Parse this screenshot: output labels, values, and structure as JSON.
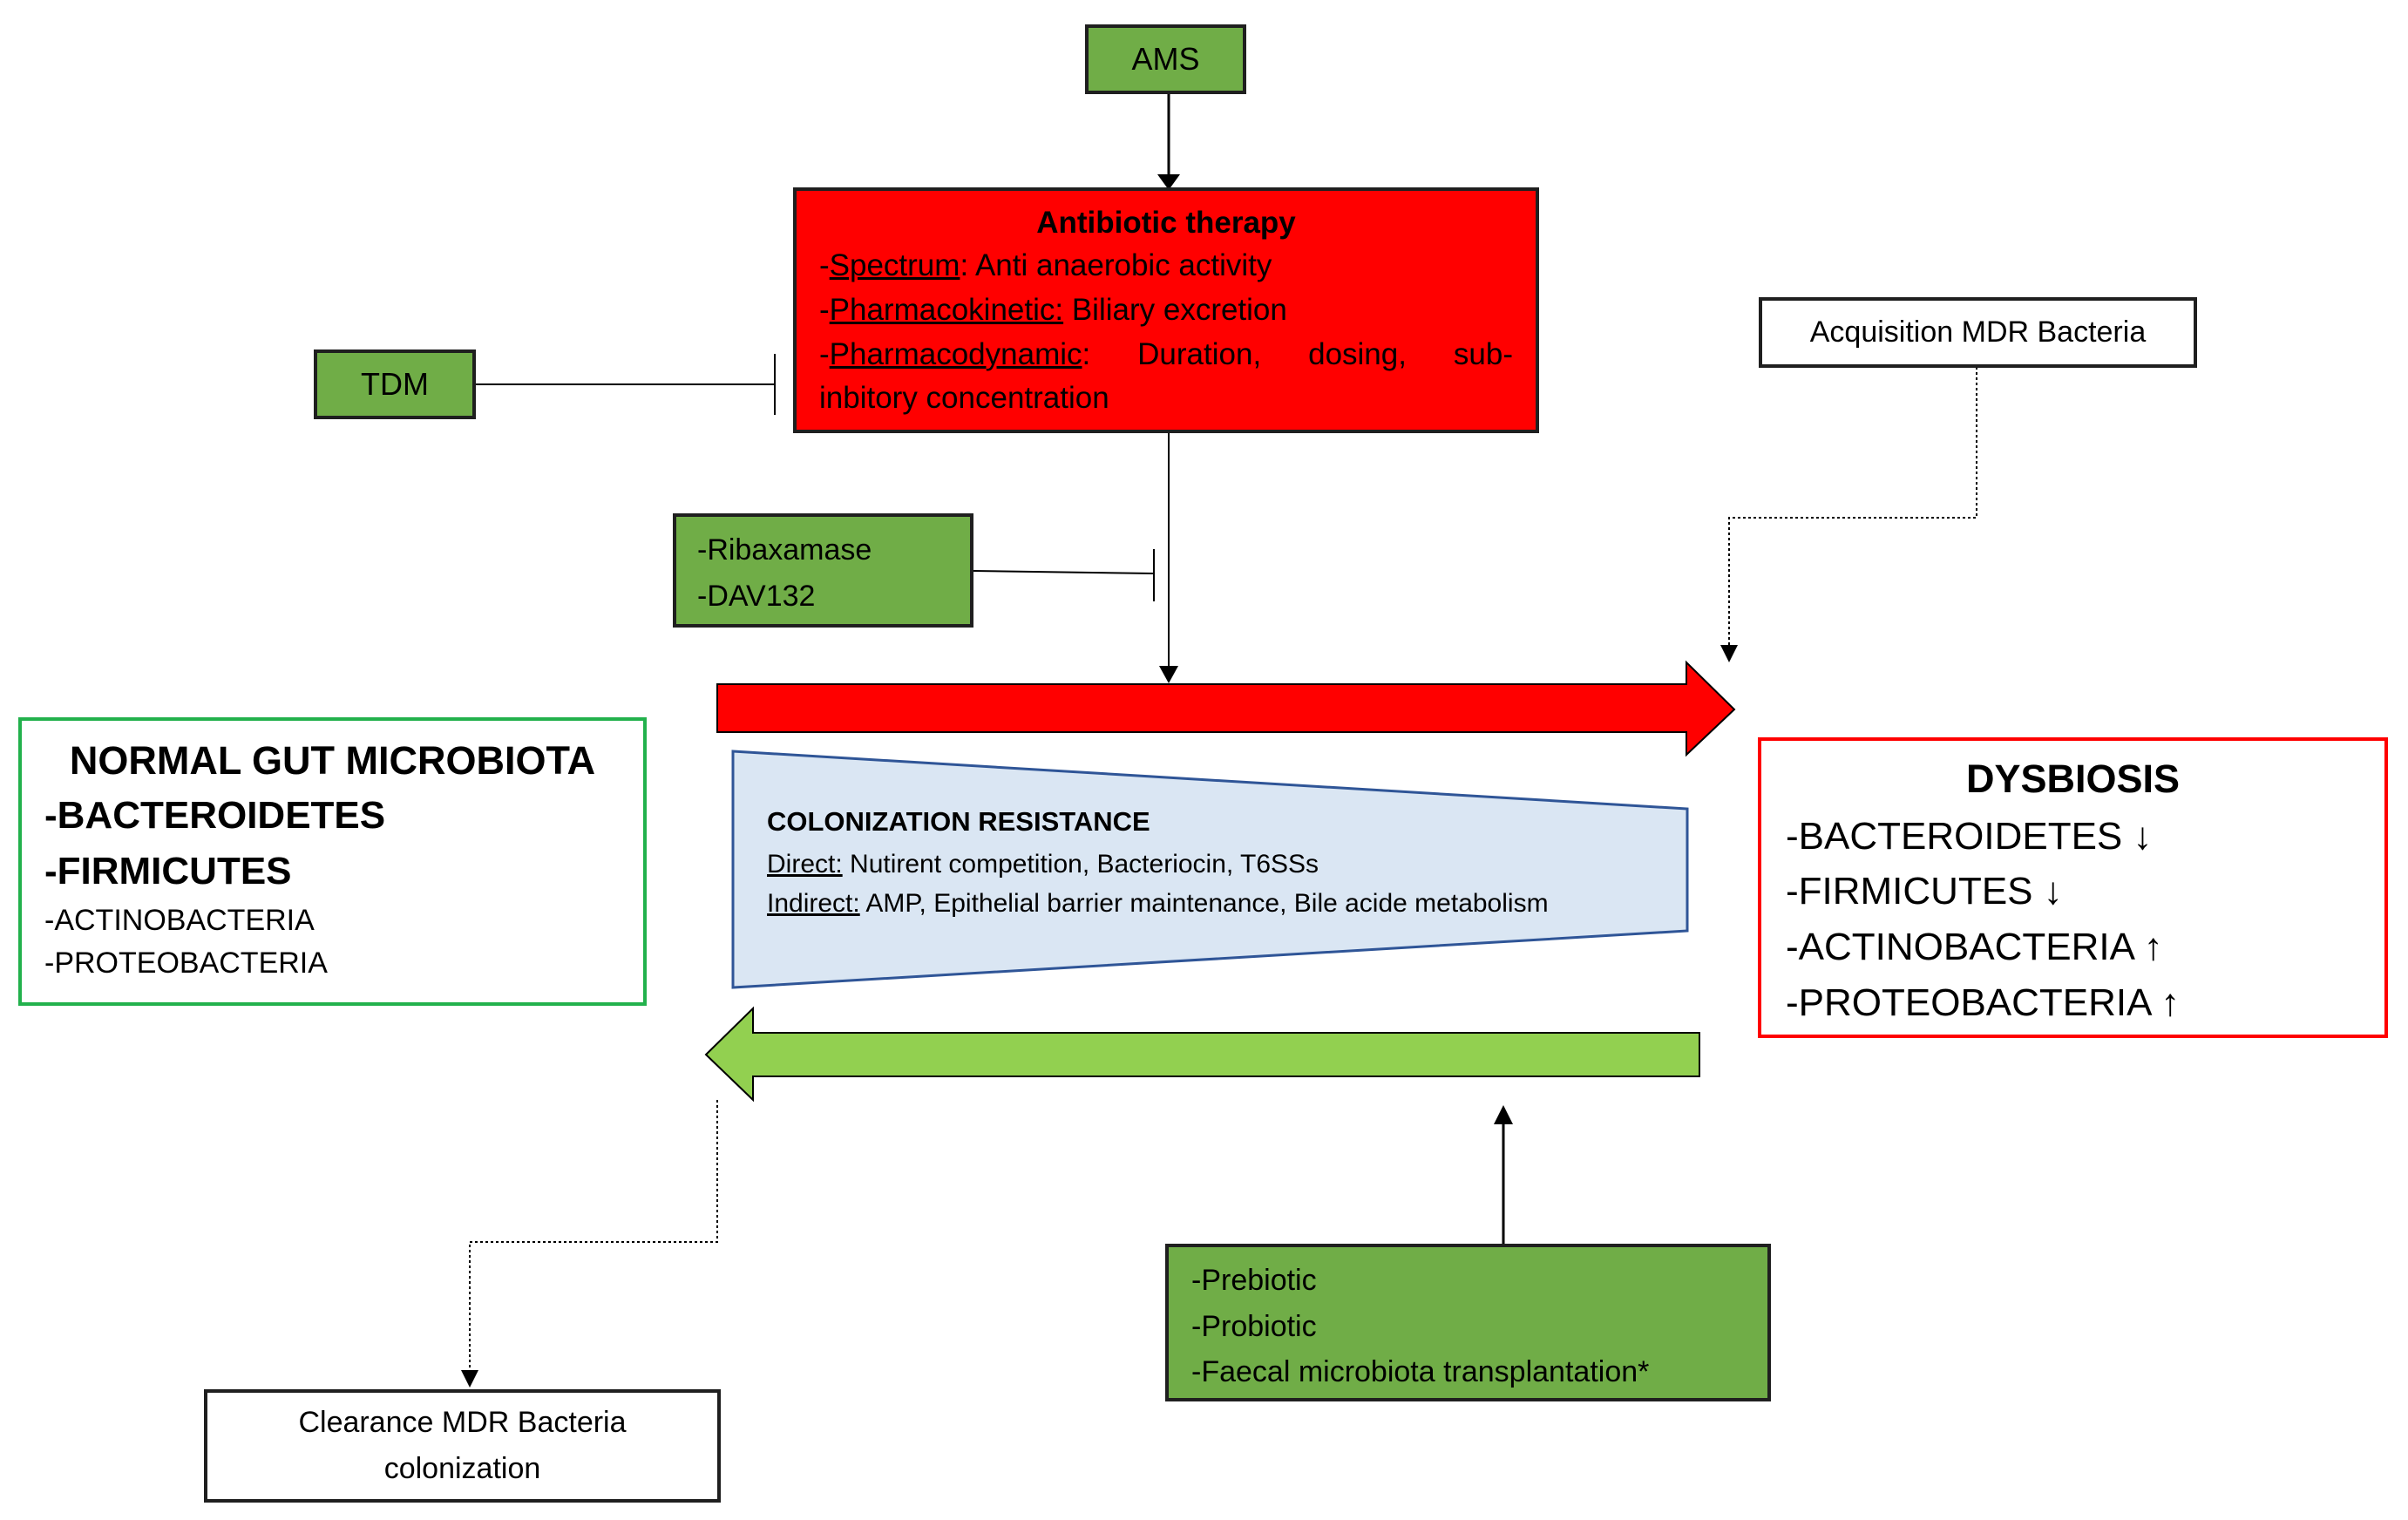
{
  "ams": "AMS",
  "tdm": "TDM",
  "antibiotic": {
    "title": "Antibiotic therapy",
    "spectrum_label": "Spectrum",
    "spectrum_text": ": Anti anaerobic activity",
    "pk_label": "Pharmacokinetic:",
    "pk_text": " Biliary excretion",
    "pd_label": "Pharmacodynamic",
    "pd_text": ": Duration, dosing, sub-",
    "pd_text2": "inbitory concentration"
  },
  "acquisition": "Acquisition MDR Bacteria",
  "ribaxamase": {
    "line1": "-Ribaxamase",
    "line2": "-DAV132"
  },
  "normal": {
    "title": "NORMAL GUT MICROBIOTA",
    "items_major": [
      "-BACTEROIDETES",
      "-FIRMICUTES"
    ],
    "items_minor": [
      "-ACTINOBACTERIA",
      "-PROTEOBACTERIA"
    ]
  },
  "colonization": {
    "title": "COLONIZATION RESISTANCE",
    "direct_label": "Direct:",
    "direct_text": " Nutirent competition, Bacteriocin, T6SSs",
    "indirect_label": "Indirect:",
    "indirect_text": " AMP,  Epithelial barrier maintenance, Bile acide metabolism"
  },
  "dysbiosis": {
    "title": "DYSBIOSIS",
    "items": [
      "-BACTEROIDETES ↓",
      "-FIRMICUTES ↓",
      "-ACTINOBACTERIA ↑",
      "-PROTEOBACTERIA ↑"
    ]
  },
  "clearance": {
    "line1": "Clearance MDR Bacteria",
    "line2": "colonization"
  },
  "interventions": [
    "-Prebiotic",
    "-Probiotic",
    "-Faecal microbiota transplantation*"
  ],
  "colors": {
    "green_box": "#70ad47",
    "red": "#ff0000",
    "light_green_arrow": "#92d050",
    "trapezoid_fill": "#dae6f3",
    "trapezoid_border": "#2f5597"
  }
}
